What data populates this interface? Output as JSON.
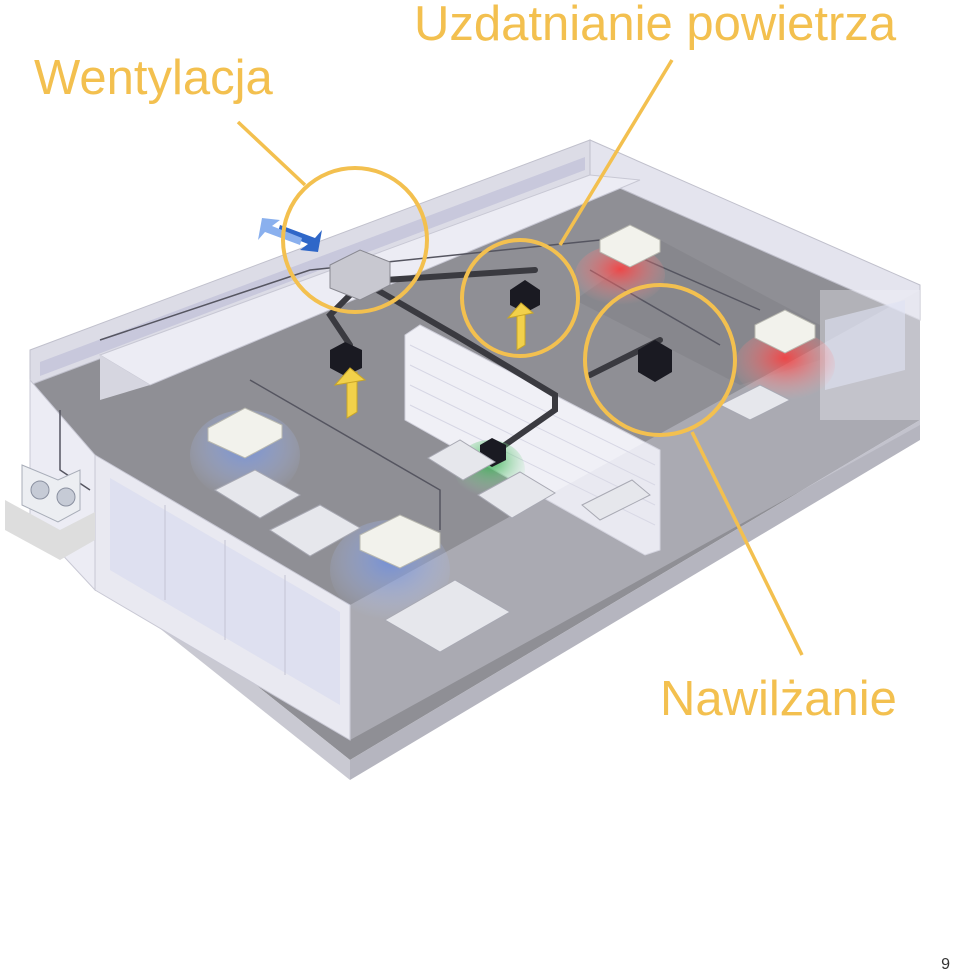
{
  "labels": {
    "ventilation": "Wentylacja",
    "air_treatment": "Uzdatnianie powietrza",
    "humidification": "Nawilżanie"
  },
  "page_number": "9",
  "colors": {
    "callout": "#f3c04f",
    "cooling_air": "#8aa8e6",
    "heating_air": "#ff5a5a",
    "humidified_air": "#3fbf5a",
    "floor": "#8f8f95",
    "wall": "#e8e8ef"
  },
  "icons": [
    "exchange-arrows-icon",
    "up-arrow-icon",
    "ceiling-cassette-unit",
    "outdoor-unit",
    "ventilation-unit",
    "duct"
  ]
}
